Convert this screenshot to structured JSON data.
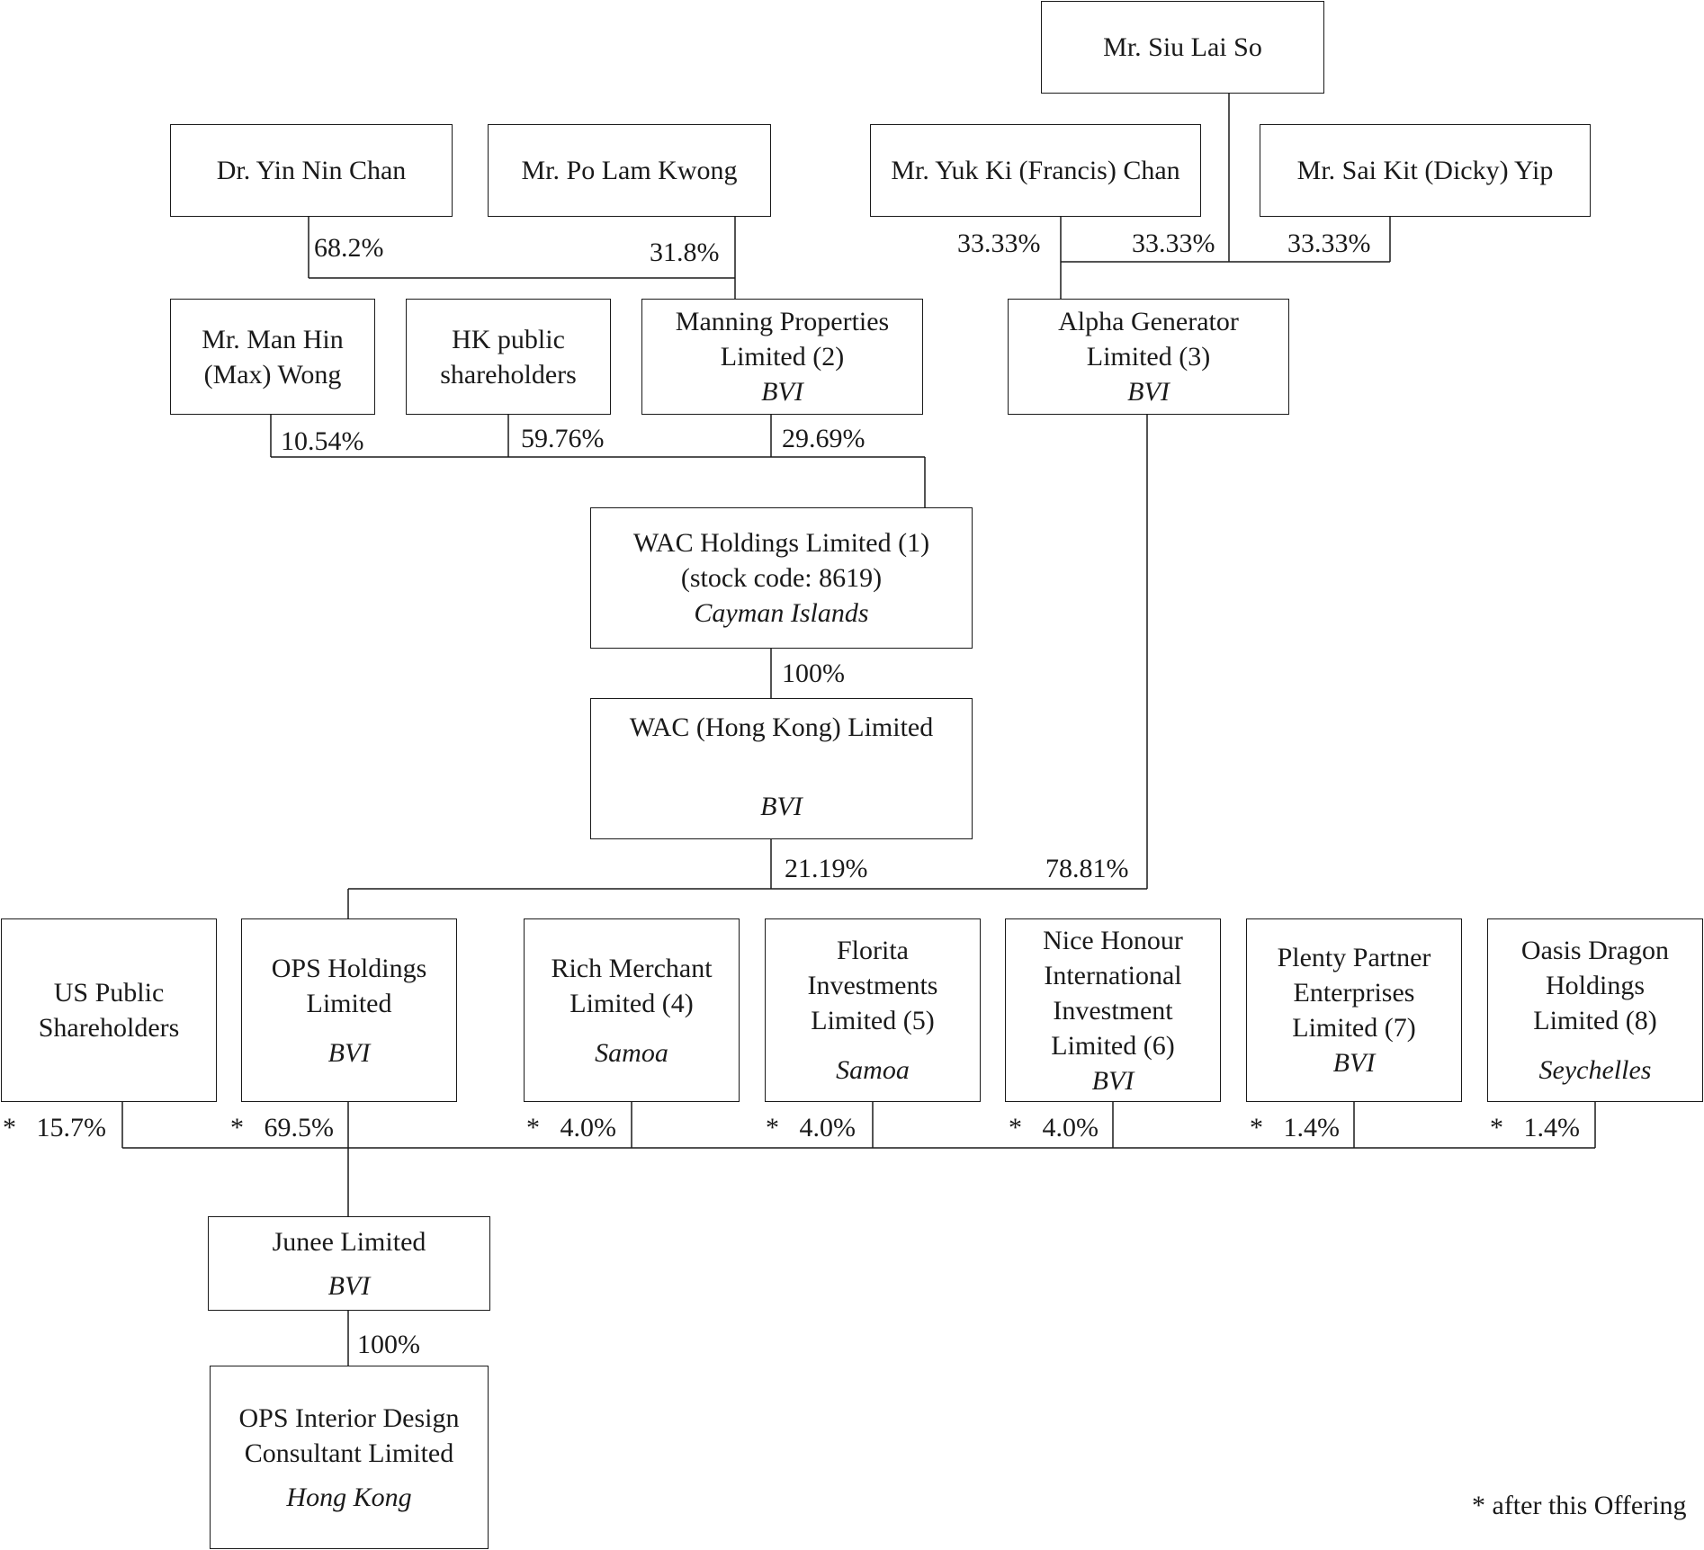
{
  "entities": {
    "siu_lai_so": {
      "lines": [
        "Mr. Siu Lai So"
      ]
    },
    "yin_nin_chan": {
      "lines": [
        "Dr. Yin Nin Chan"
      ]
    },
    "po_lam_kwong": {
      "lines": [
        "Mr. Po Lam Kwong"
      ]
    },
    "francis_chan": {
      "lines": [
        "Mr. Yuk Ki (Francis) Chan"
      ]
    },
    "dicky_yip": {
      "lines": [
        "Mr. Sai Kit (Dicky) Yip"
      ]
    },
    "max_wong": {
      "lines": [
        "Mr. Man Hin",
        "(Max) Wong"
      ]
    },
    "hk_public": {
      "lines": [
        "HK public",
        "shareholders"
      ]
    },
    "manning": {
      "lines": [
        "Manning Properties",
        "Limited (2)"
      ],
      "jurisdiction": "BVI"
    },
    "alpha": {
      "lines": [
        "Alpha Generator",
        "Limited (3)"
      ],
      "jurisdiction": "BVI"
    },
    "wac_holdings": {
      "lines": [
        "WAC Holdings Limited (1)",
        "(stock code: 8619)"
      ],
      "jurisdiction": "Cayman Islands"
    },
    "wac_hk": {
      "lines": [
        "WAC (Hong Kong) Limited"
      ],
      "jurisdiction": "BVI"
    },
    "us_public": {
      "lines": [
        "US Public",
        "Shareholders"
      ]
    },
    "ops_holdings": {
      "lines": [
        "OPS Holdings",
        "Limited"
      ],
      "jurisdiction": "BVI"
    },
    "rich_merchant": {
      "lines": [
        "Rich Merchant",
        "Limited (4)"
      ],
      "jurisdiction": "Samoa"
    },
    "florita": {
      "lines": [
        "Florita",
        "Investments",
        "Limited (5)"
      ],
      "jurisdiction": "Samoa"
    },
    "nice_honour": {
      "lines": [
        "Nice Honour",
        "International",
        "Investment",
        "Limited (6)"
      ],
      "jurisdiction": "BVI"
    },
    "plenty_partner": {
      "lines": [
        "Plenty Partner",
        "Enterprises",
        "Limited (7)"
      ],
      "jurisdiction": "BVI"
    },
    "oasis_dragon": {
      "lines": [
        "Oasis Dragon",
        "Holdings",
        "Limited (8)"
      ],
      "jurisdiction": "Seychelles"
    },
    "junee": {
      "lines": [
        "Junee Limited"
      ],
      "jurisdiction": "BVI"
    },
    "ops_interior": {
      "lines": [
        "OPS Interior Design",
        "Consultant Limited"
      ],
      "jurisdiction": "Hong Kong"
    }
  },
  "ownership": {
    "yin_nin_chan_to_manning": "68.2%",
    "po_lam_kwong_to_manning": "31.8%",
    "francis_chan_to_alpha": "33.33%",
    "siu_lai_so_to_alpha": "33.33%",
    "dicky_yip_to_alpha": "33.33%",
    "max_wong_to_wac_holdings": "10.54%",
    "hk_public_to_wac_holdings": "59.76%",
    "manning_to_wac_holdings": "29.69%",
    "wac_holdings_to_wac_hk": "100%",
    "wac_hk_to_ops_holdings": "21.19%",
    "alpha_to_ops_holdings": "78.81%",
    "us_public_post_offering": "*   15.7%",
    "ops_holdings_post_offering": "*   69.5%",
    "rich_merchant_post_offering": "*   4.0%",
    "florita_post_offering": "*   4.0%",
    "nice_honour_post_offering": "*   4.0%",
    "plenty_partner_post_offering": "*   1.4%",
    "oasis_dragon_post_offering": "*   1.4%",
    "junee_to_ops_interior": "100%"
  },
  "footnote": "* after this Offering"
}
